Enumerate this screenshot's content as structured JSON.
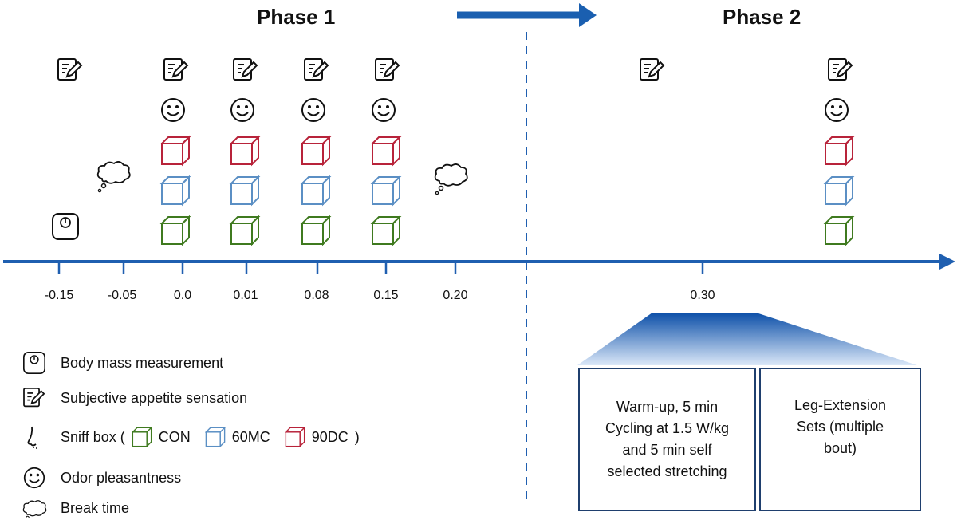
{
  "phase1": {
    "title": "Phase 1"
  },
  "phase2": {
    "title": "Phase 2"
  },
  "timeline": {
    "ticks": [
      "-0.15",
      "-0.05",
      "0.0",
      "0.01",
      "0.08",
      "0.15",
      "0.20",
      "0.30"
    ]
  },
  "legend": {
    "body_mass": "Body mass measurement",
    "appetite": "Subjective appetite sensation",
    "sniff_prefix": "Sniff box (",
    "sniff_suffix": ")",
    "con": "CON",
    "mc60": "60MC",
    "dc90": "90DC",
    "odor": "Odor pleasantness",
    "break": "Break time"
  },
  "phase2_boxes": {
    "warmup_lines": [
      "Warm-up, 5 min",
      "Cycling at 1.5 W/kg",
      "and 5 min self",
      "selected stretching"
    ],
    "legext_lines": [
      "Leg-Extension",
      "Sets (multiple",
      "bout)"
    ]
  },
  "colors": {
    "axis": "#1f5fb0",
    "con": "#3f7a1f",
    "mc60": "#5b8fc4",
    "dc90": "#b8233a",
    "trapezoid_top": "#0c4fa8",
    "trapezoid_bottom": "#dbe8f8"
  }
}
